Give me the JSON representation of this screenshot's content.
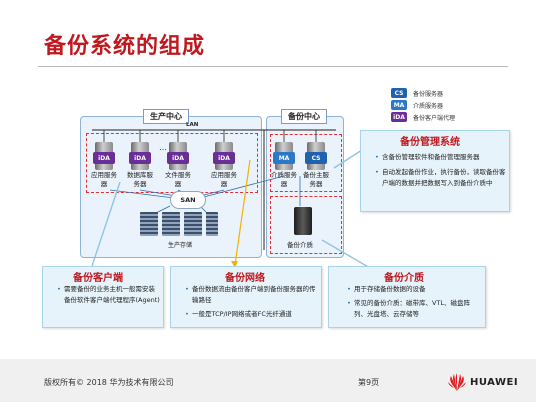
{
  "title": "备份系统的组成",
  "legend": [
    {
      "tag": "CS",
      "label": "备份服务器",
      "color": "#1f63b0"
    },
    {
      "tag": "MA",
      "label": "介质服务器",
      "color": "#2a79c9"
    },
    {
      "tag": "iDA",
      "label": "备份客户端代理",
      "color": "#6a2e99"
    }
  ],
  "production": {
    "title": "生产中心",
    "lan": "LAN",
    "san": "SAN",
    "storage": "生产存储",
    "ellipsis": "…",
    "servers": [
      {
        "badge": "iDA",
        "label": "应用服务器"
      },
      {
        "badge": "iDA",
        "label": "数据库服务器"
      },
      {
        "badge": "iDA",
        "label": "文件服务器"
      },
      {
        "badge": "iDA",
        "label": "应用服务器"
      }
    ]
  },
  "backup_center": {
    "title": "备份中心",
    "servers": [
      {
        "badge": "MA",
        "label": "介质服务器"
      },
      {
        "badge": "CS",
        "label": "备份主服务器"
      }
    ],
    "media": "备份介质"
  },
  "mgmt": {
    "title": "备份管理系统",
    "bullets": [
      "含备份管理软件和备份管理服务器",
      "自动发起备份作业，执行备份，读取备份客户端的数据并把数据写入到备份介质中"
    ]
  },
  "client": {
    "title": "备份客户端",
    "bullets": [
      "需要备份的业务主机一般需安装备份软件客户端代理程序(Agent)"
    ]
  },
  "network": {
    "title": "备份网络",
    "bullets": [
      "备份数据流由备份客户端到备份服务器的传输路径",
      "一般是TCP/IP网络或者FC光纤通道"
    ]
  },
  "media_box": {
    "title": "备份介质",
    "bullets": [
      "用于存储备份数据的设备",
      "常见的备份介质：磁带库、VTL、磁盘阵列、光盘塔、云存储等"
    ]
  },
  "footer": {
    "copyright": "版权所有© 2018 华为技术有限公司",
    "page": "第9页",
    "brand": "HUAWEI"
  }
}
